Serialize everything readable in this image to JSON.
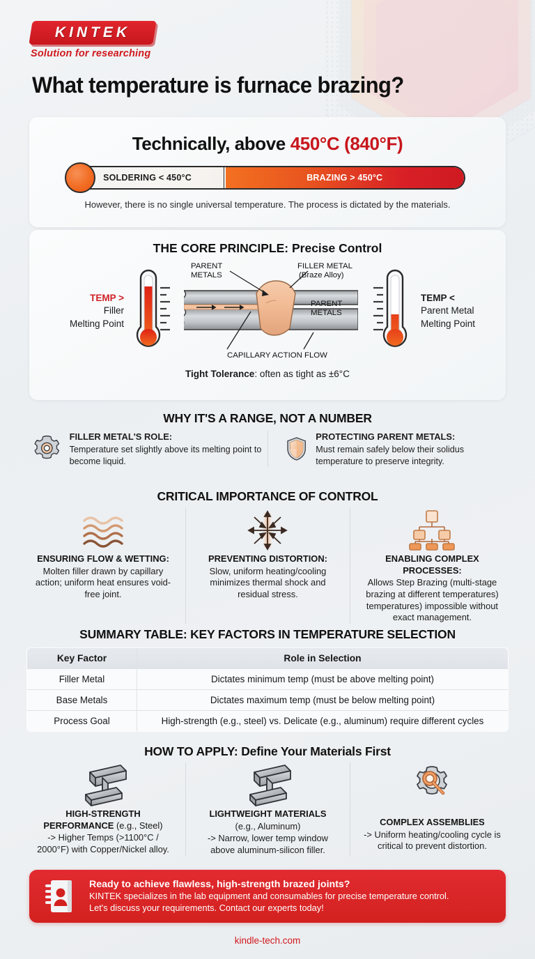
{
  "brand": {
    "logo_text": "KINTEK",
    "tagline": "Solution for researching"
  },
  "header": {
    "title": "What temperature is furnace brazing?"
  },
  "temp_card": {
    "headline_prefix": "Technically, above ",
    "headline_highlight": "450°C (840°F)",
    "bar": {
      "left_label": "SOLDERING < 450°C",
      "right_label": "BRAZING > 450°C"
    },
    "note": "However, there is no single universal temperature. The process is dictated by the materials."
  },
  "core_card": {
    "title_strong": "THE CORE PRINCIPLE:",
    "title_rest": " Precise Control",
    "left_thermo": {
      "line1": "TEMP >",
      "line2": "Filler",
      "line3": "Melting Point"
    },
    "right_thermo": {
      "line1": "TEMP <",
      "line2": "Parent Metal",
      "line3": "Melting Point"
    },
    "diagram_labels": {
      "parent_metals_top": "PARENT\nMETALS",
      "filler_metal": "FILLER METAL",
      "filler_metal_sub": "(Braze Alloy)",
      "parent_metals_right": "PARENT\nMETALS",
      "capillary": "CAPILLARY ACTION FLOW"
    },
    "tolerance_label": "Tight Tolerance",
    "tolerance_text": ": often as tight as ±6°C"
  },
  "why_section": {
    "heading": "WHY IT'S A RANGE, NOT A NUMBER",
    "items": [
      {
        "icon": "gear-icon",
        "title": "FILLER METAL'S ROLE:",
        "body": "Temperature set slightly above its melting point to become liquid."
      },
      {
        "icon": "shield-icon",
        "title": "PROTECTING PARENT METALS:",
        "body": "Must remain safely below their solidus temperature to preserve integrity."
      }
    ]
  },
  "critical_section": {
    "heading": "CRITICAL IMPORTANCE OF CONTROL",
    "items": [
      {
        "icon": "flow-waves-icon",
        "title": "ENSURING FLOW & WETTING:",
        "body": "Molten filler drawn by capillary action; uniform heat ensures void-free joint."
      },
      {
        "icon": "distortion-arrows-icon",
        "title": "PREVENTING DISTORTION:",
        "body": "Slow, uniform heating/cooling minimizes thermal shock and residual stress."
      },
      {
        "icon": "hierarchy-icon",
        "title": "ENABLING COMPLEX PROCESSES:",
        "body": "Allows Step Brazing (multi-stage brazing at different temperatures) temperatures) impossible without exact management."
      }
    ]
  },
  "table_section": {
    "heading": "SUMMARY TABLE: KEY FACTORS IN TEMPERATURE SELECTION",
    "columns": [
      "Key Factor",
      "Role in Selection"
    ],
    "rows": [
      [
        "Filler Metal",
        "Dictates minimum temp (must be above melting point)"
      ],
      [
        "Base Metals",
        "Dictates maximum temp (must be below melting point)"
      ],
      [
        "Process Goal",
        "High-strength (e.g., steel) vs. Delicate (e.g., aluminum) require different cycles"
      ]
    ]
  },
  "apply_section": {
    "heading_strong": "HOW TO APPLY:",
    "heading_rest": " Define Your Materials First",
    "items": [
      {
        "icon": "i-beam-icon",
        "title_bold": "HIGH-STRENGTH\nPERFORMANCE",
        "title_reg": " (e.g., Steel)",
        "body": "-> Higher Temps (>1100°C / 2000°F) with Copper/Nickel alloy."
      },
      {
        "icon": "i-beam-icon",
        "title_bold": "LIGHTWEIGHT MATERIALS",
        "title_reg": "(e.g., Aluminum)",
        "body": "-> Narrow, lower temp window above aluminum-silicon filler."
      },
      {
        "icon": "gear-magnifier-icon",
        "title_bold": "COMPLEX ASSEMBLIES",
        "title_reg": "",
        "body": "-> Uniform heating/cooling cycle is critical to prevent distortion."
      }
    ]
  },
  "cta": {
    "icon": "contact-book-icon",
    "headline": "Ready to achieve flawless, high-strength brazed joints?",
    "line1": "KINTEK specializes in the lab equipment and consumables for precise temperature control.",
    "line2": "Let's discuss your requirements. Contact our experts today!"
  },
  "footer": {
    "url": "kindle-tech.com"
  },
  "colors": {
    "brand_red": "#d0191f",
    "accent_orange": "#f26c22",
    "braze_red": "#cf1a22",
    "page_bg": "#eef1f3"
  }
}
